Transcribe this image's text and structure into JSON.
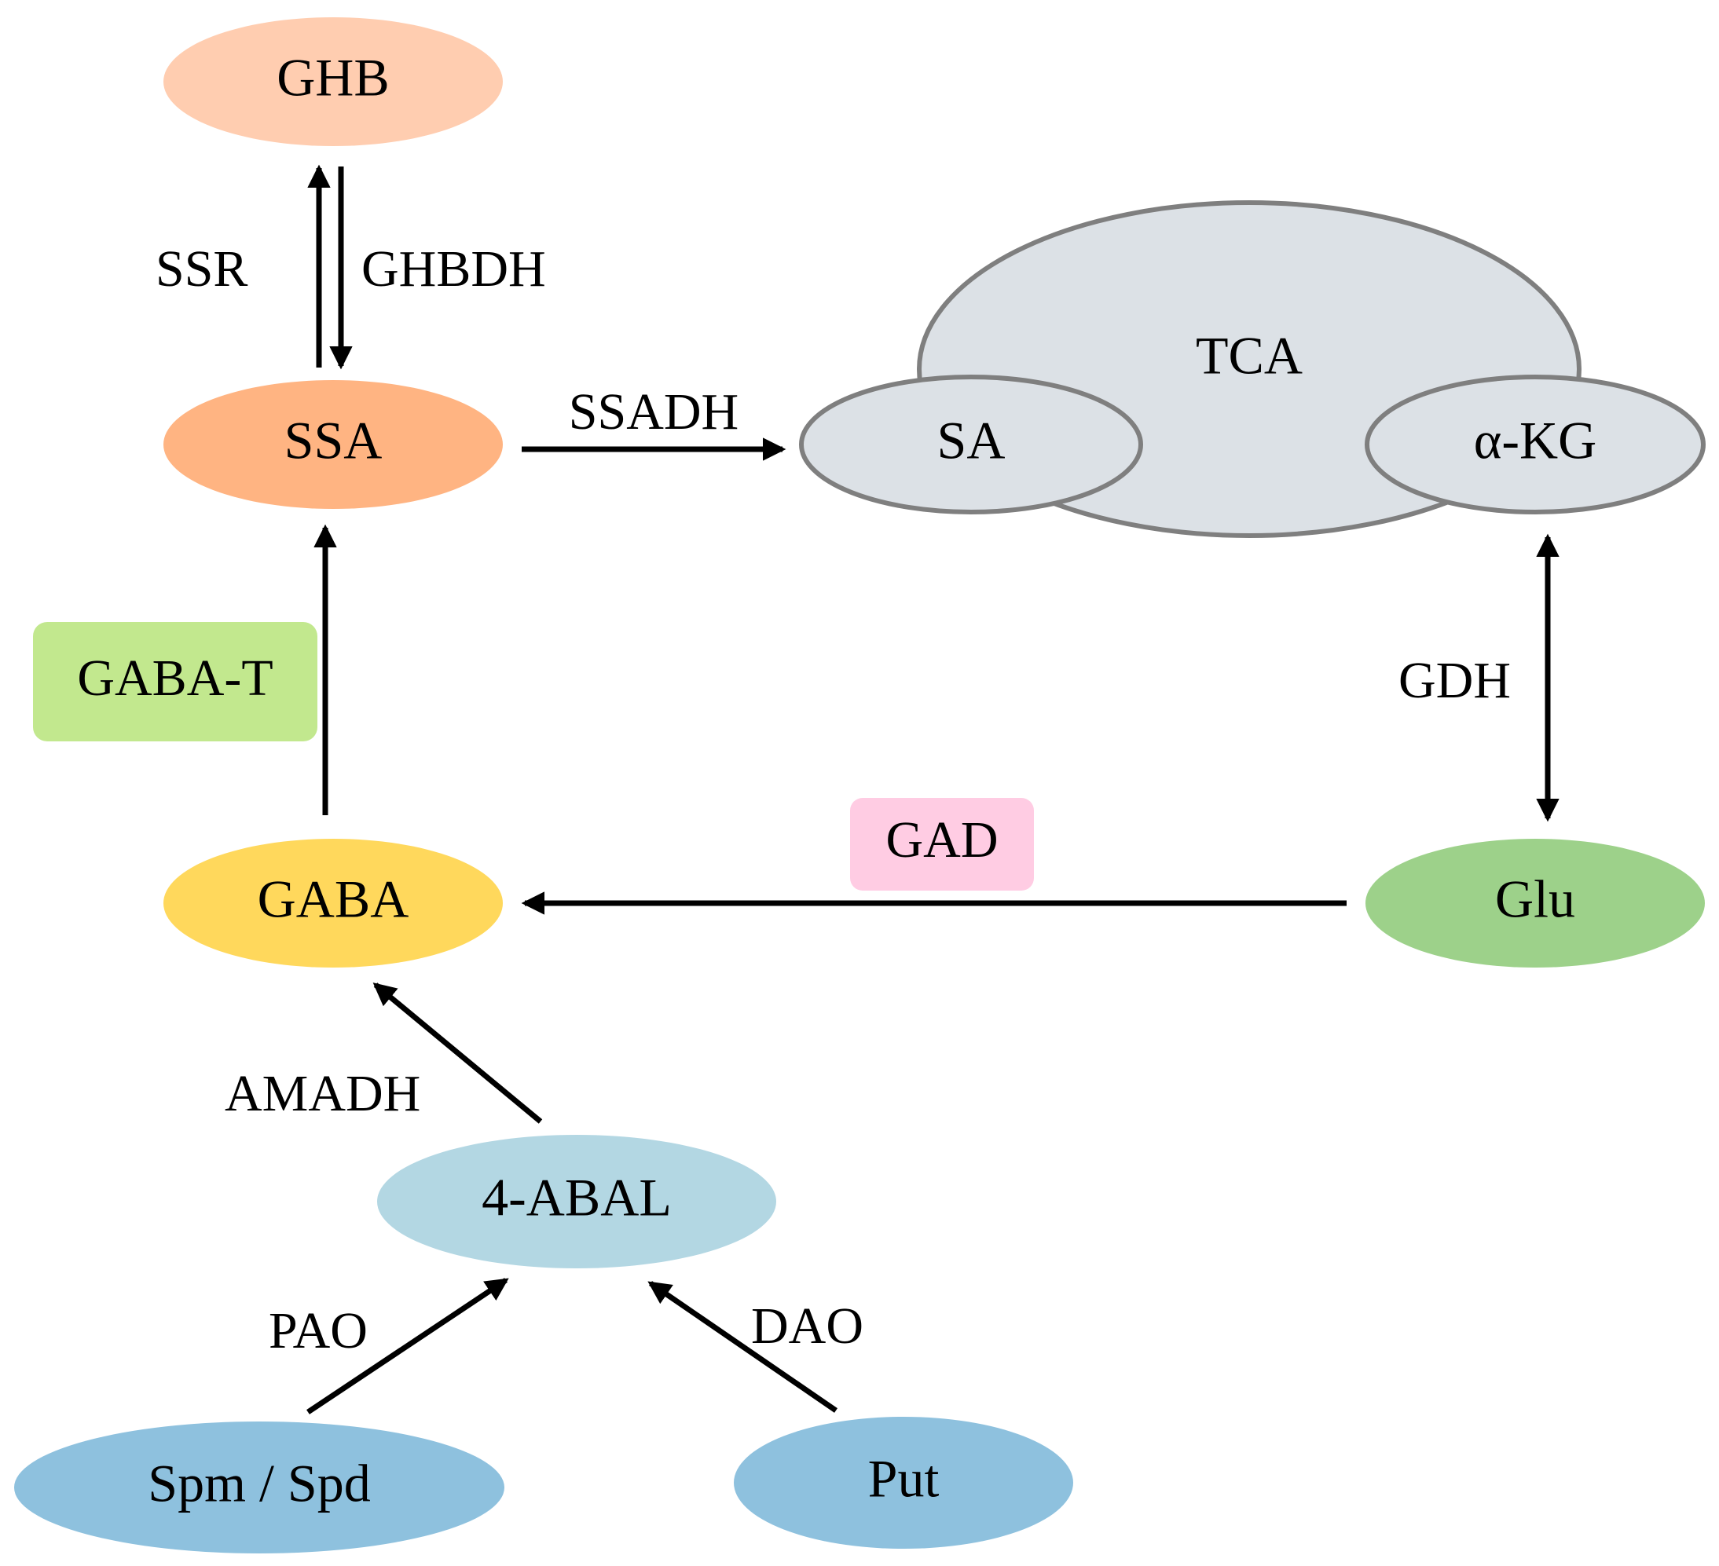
{
  "nodes": {
    "ghb": {
      "label": "GHB",
      "color": "#FFCDB0"
    },
    "ssa": {
      "label": "SSA",
      "color": "#FFB482"
    },
    "gaba": {
      "label": "GABA",
      "color": "#FFD85C"
    },
    "abal": {
      "label": "4-ABAL",
      "color": "#B3D7E3"
    },
    "spm": {
      "label": "Spm / Spd",
      "color": "#8EC1DE"
    },
    "put": {
      "label": "Put",
      "color": "#8EC1DE"
    },
    "glu": {
      "label": "Glu",
      "color": "#9DD18A"
    },
    "tca": {
      "label": "TCA",
      "color": "#DCE1E6",
      "stroke": "#7F7F7F"
    },
    "sa": {
      "label": "SA",
      "color": "#DCE1E6"
    },
    "akg": {
      "label": "α-KG",
      "color": "#DCE1E6"
    }
  },
  "enzymes": {
    "ssr": {
      "label": "SSR"
    },
    "ghbdh": {
      "label": "GHBDH"
    },
    "ssadh": {
      "label": "SSADH"
    },
    "gaba_t": {
      "label": "GABA-T",
      "color": "#C2E88E"
    },
    "gdh": {
      "label": "GDH"
    },
    "gad": {
      "label": "GAD",
      "color": "#FFCCE3"
    },
    "amadh": {
      "label": "AMADH"
    },
    "pao": {
      "label": "PAO"
    },
    "dao": {
      "label": "DAO"
    }
  }
}
